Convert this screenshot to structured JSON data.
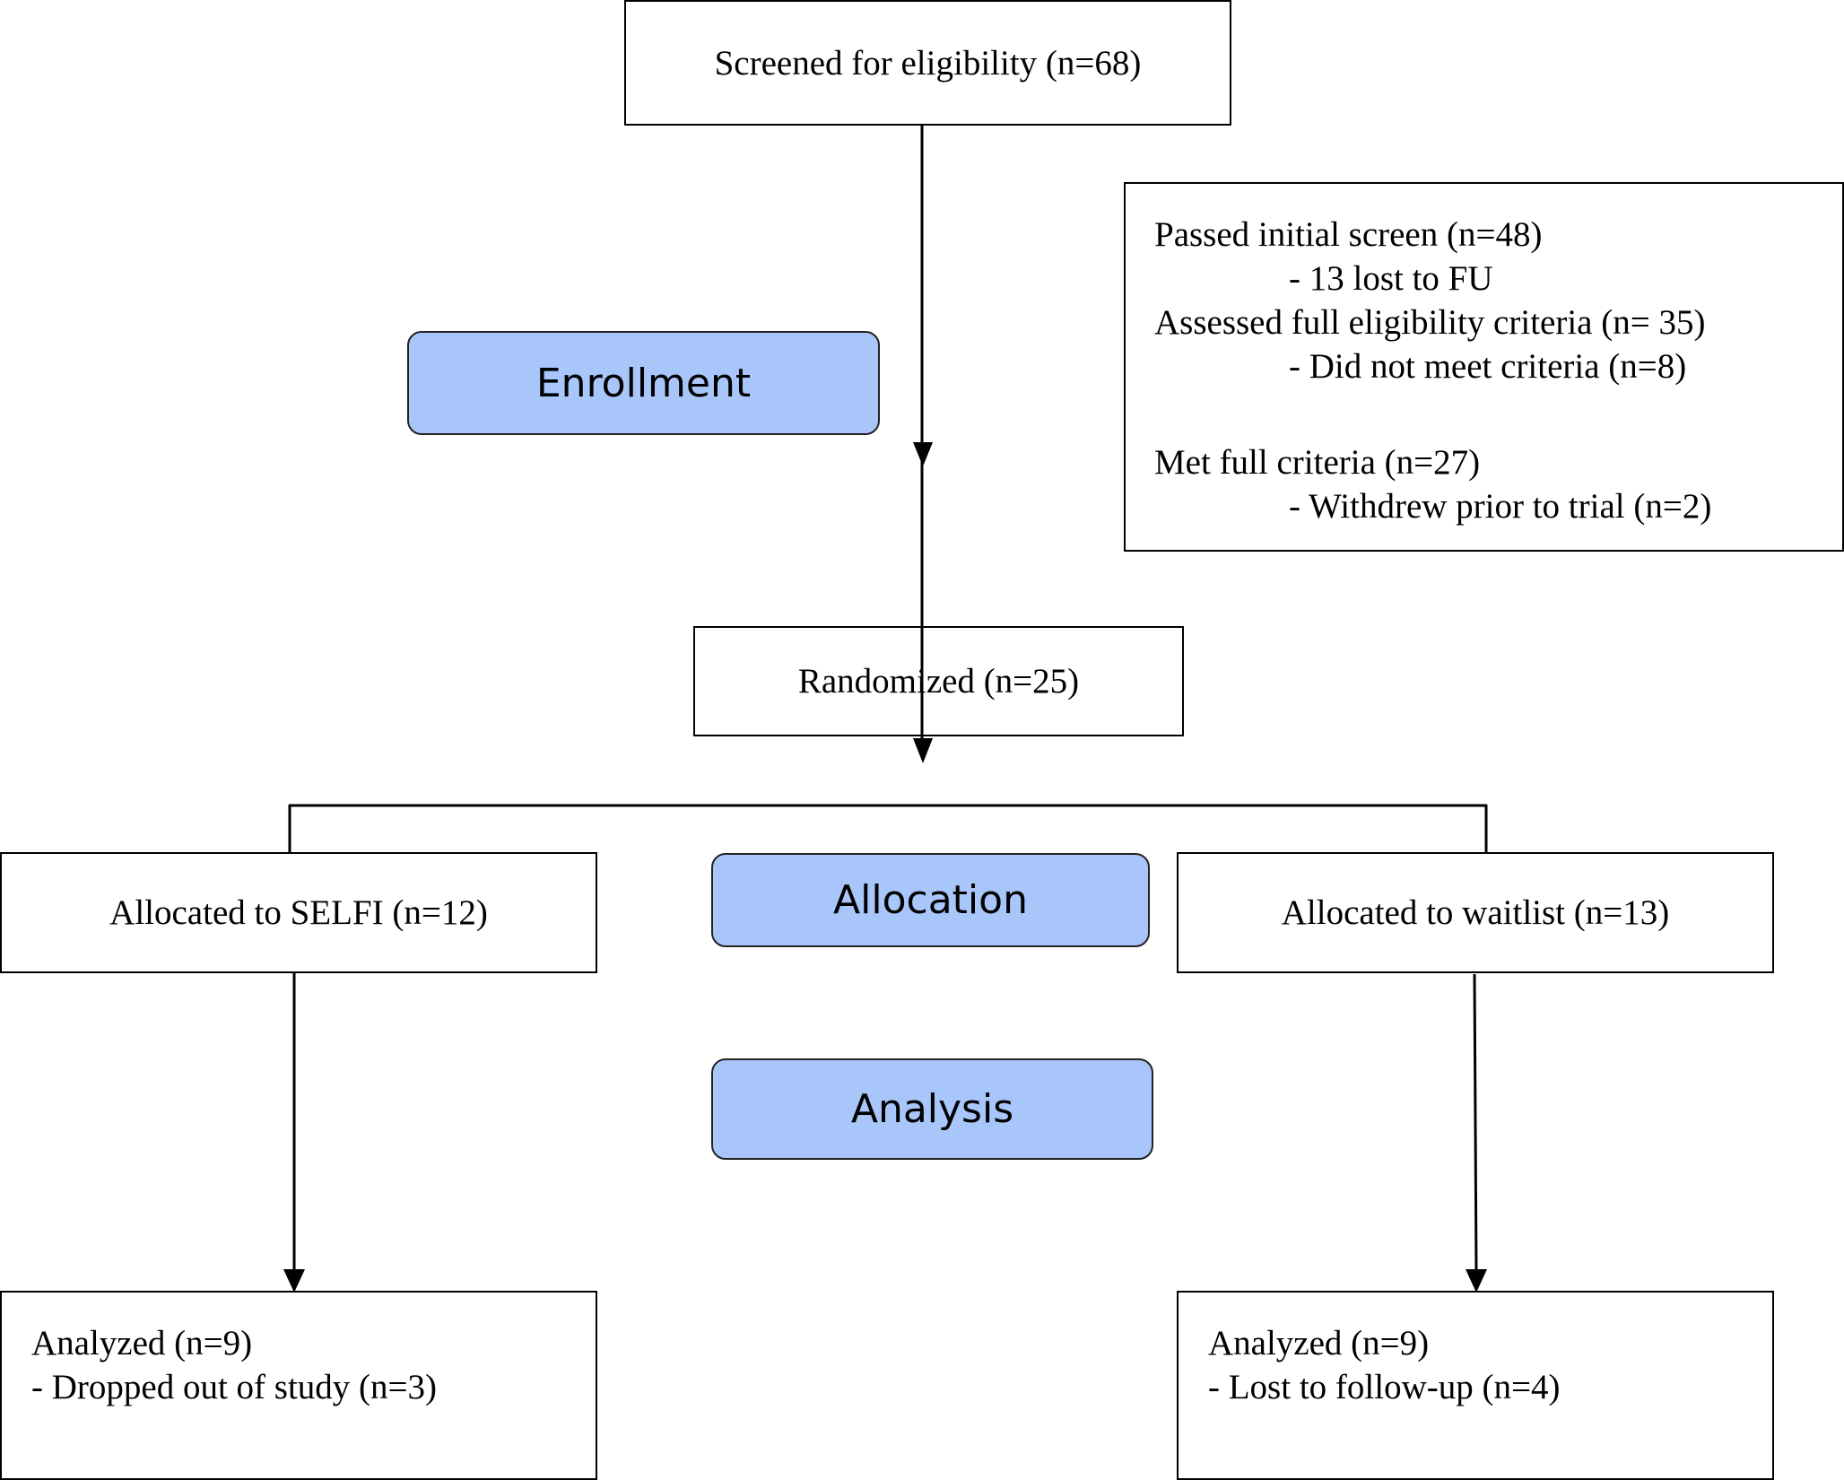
{
  "colors": {
    "stage_fill": "#a9c6fb",
    "line": "#000000",
    "box_fill": "#ffffff"
  },
  "boxes": {
    "screened": "Screened for eligibility (n=68)",
    "exclusions": {
      "passed": "Passed initial screen (n=48)",
      "lost_fu": "- 13 lost to FU",
      "assessed": "Assessed full eligibility criteria (n=  35)",
      "not_meet": "- Did not meet criteria (n=8)",
      "met": "Met full criteria (n=27)",
      "withdrew": "- Withdrew prior to trial (n=2)"
    },
    "randomized": "Randomized (n=25)",
    "alloc_selfi": "Allocated to SELFI (n=12)",
    "alloc_waitlist": "Allocated to waitlist (n=13)",
    "analyzed_left": {
      "title": "Analyzed (n=9)",
      "detail": "- Dropped out of study (n=3)"
    },
    "analyzed_right": {
      "title": "Analyzed (n=9)",
      "detail": "- Lost to follow-up (n=4)"
    }
  },
  "stages": {
    "enrollment": "Enrollment",
    "allocation": "Allocation",
    "analysis": "Analysis"
  }
}
